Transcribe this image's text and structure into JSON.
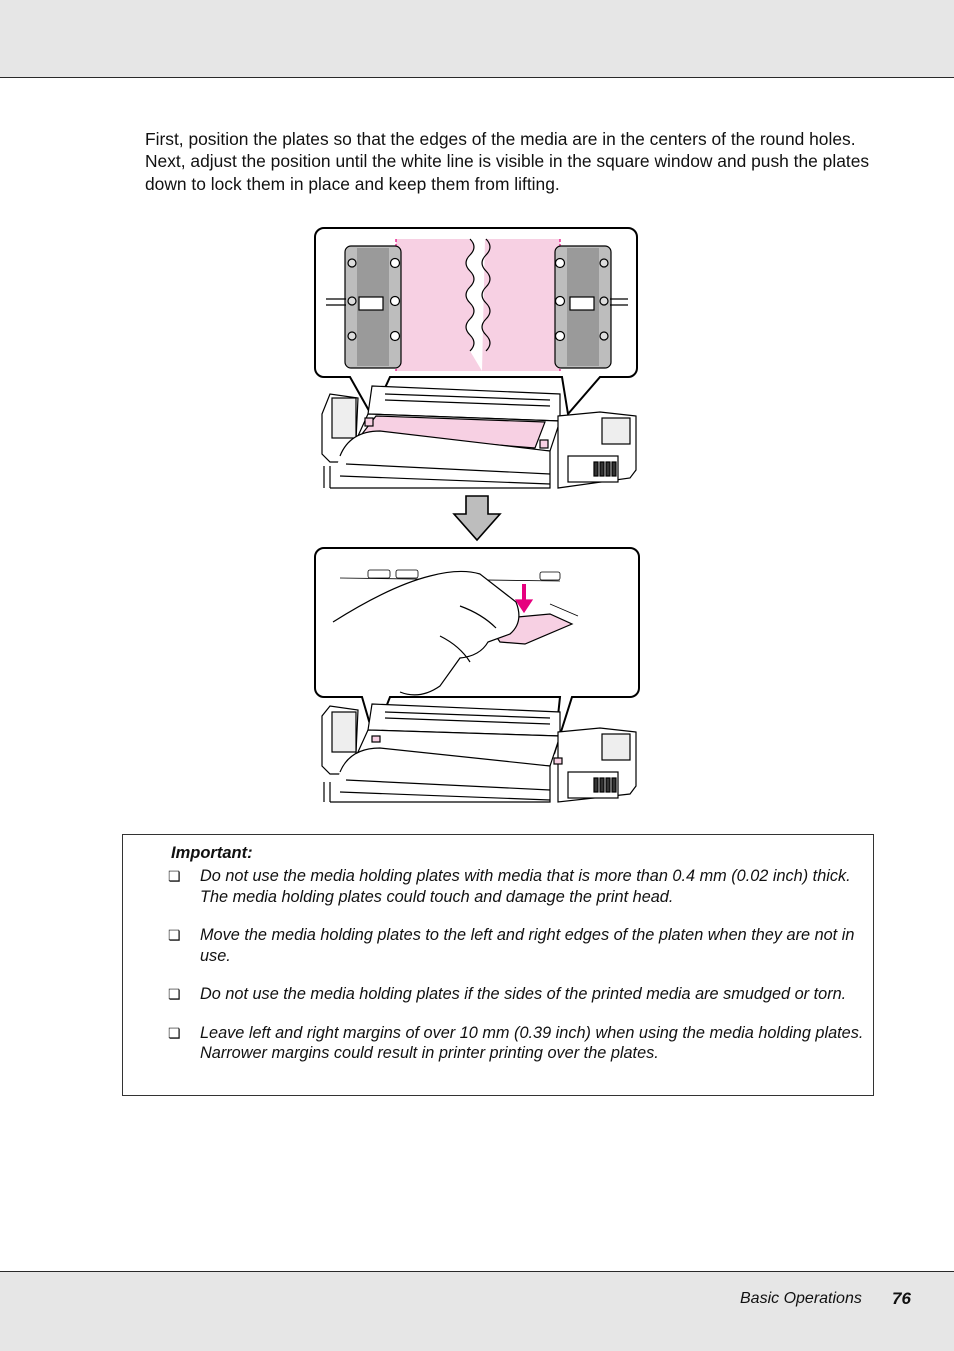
{
  "intro_text": "First, position the plates so that the edges of the media are in the centers of the round holes. Next, adjust the position until the white line is visible in the square window and push the plates down to lock them in place and keep them from lifting.",
  "important": {
    "title": "Important:",
    "bullet_glyph": "❏",
    "items": [
      "Do not use the media holding plates with media that is more than 0.4 mm (0.02 inch) thick. The media holding plates could touch and damage the print head.",
      "Move the media holding plates to the left and right edges of the platen when they are not in use.",
      "Do not use the media holding plates if the sides of the printed media are smudged or torn.",
      "Leave left and right margins of over 10 mm (0.39 inch) when using the media holding plates. Narrower margins could result in printer printing over the plates."
    ]
  },
  "footer": {
    "section": "Basic Operations",
    "page_number": "76"
  },
  "colors": {
    "media_pink": "#f7d0e3",
    "accent_magenta": "#e6007e",
    "band_gray": "#e6e6e6"
  }
}
